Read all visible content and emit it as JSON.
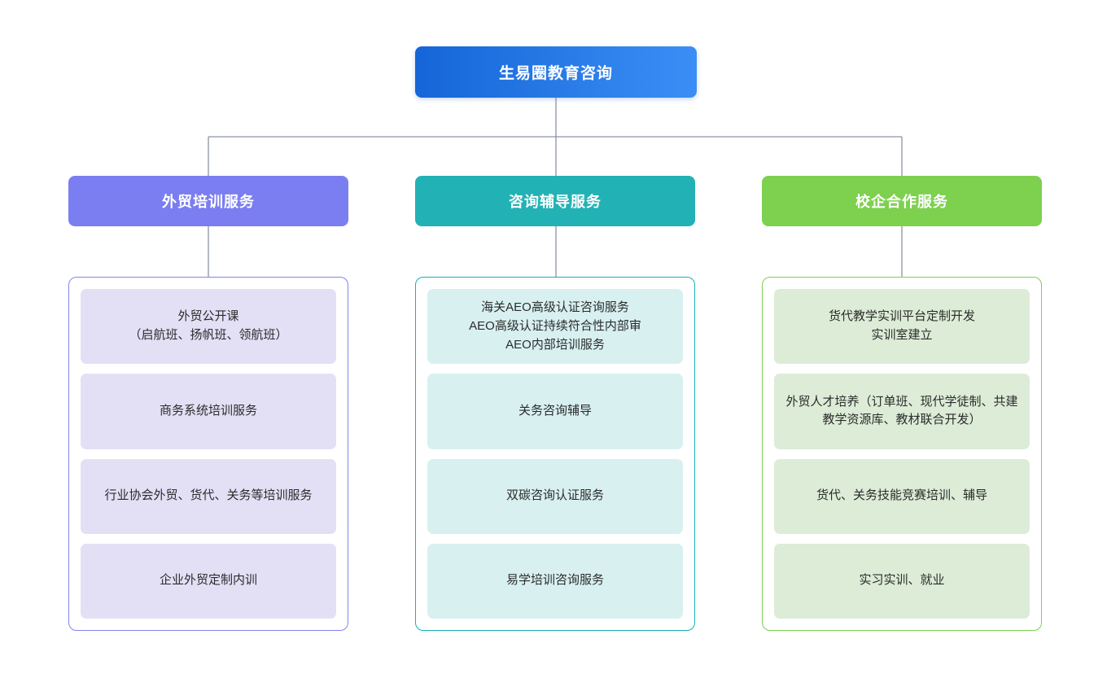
{
  "diagram": {
    "type": "organizational-tree",
    "orientation": "top-down",
    "background": "#ffffff",
    "connector_color": "#8c94a3",
    "root": {
      "label": "生易圈教育咨询",
      "gradient_from": "#1565d8",
      "gradient_to": "#3b8ef5",
      "text_color": "#ffffff"
    },
    "branches": [
      {
        "header": "外贸培训服务",
        "header_color": "#7b7ef0",
        "border_color": "#8185ef",
        "item_color": "#e3e0f6",
        "items": [
          "外贸公开课\n（启航班、扬帆班、领航班）",
          "商务系统培训服务",
          "行业协会外贸、货代、关务等培训服务",
          "企业外贸定制内训"
        ]
      },
      {
        "header": "咨询辅导服务",
        "header_color": "#22b2b5",
        "border_color": "#16b0b4",
        "item_color": "#d8f0f0",
        "items": [
          "海关AEO高级认证咨询服务\nAEO高级认证持续符合性内部审\nAEO内部培训服务",
          "关务咨询辅导",
          "双碳咨询认证服务",
          "易学培训咨询服务"
        ]
      },
      {
        "header": "校企合作服务",
        "header_color": "#7ed04f",
        "border_color": "#7ed04f",
        "item_color": "#dcecd7",
        "items": [
          "货代教学实训平台定制开发\n实训室建立",
          "外贸人才培养（订单班、现代学徒制、共建教学资源库、教材联合开发）",
          "货代、关务技能竞赛培训、辅导",
          "实习实训、就业"
        ]
      }
    ]
  }
}
